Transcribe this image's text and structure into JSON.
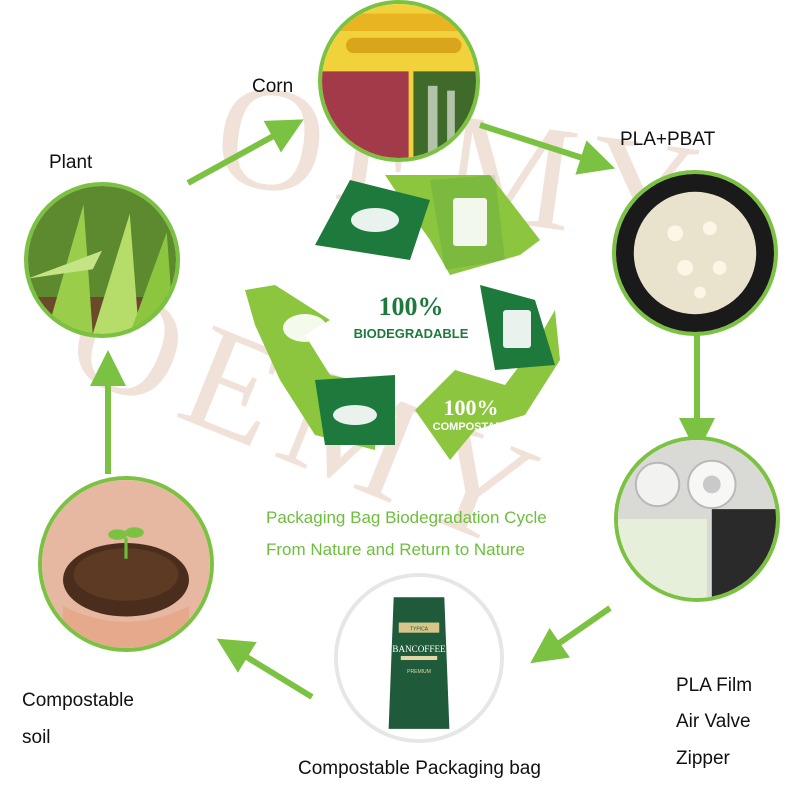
{
  "labels": {
    "corn": "Corn",
    "plant": "Plant",
    "pla_pbat": "PLA+PBAT",
    "compostable_soil_line1": "Compostable",
    "compostable_soil_line2": "soil",
    "pla_film": "PLA Film",
    "air_valve": "Air Valve",
    "zipper": "Zipper",
    "packaging_bag": "Compostable Packaging bag"
  },
  "center": {
    "line1_pct": "100%",
    "line1_text": "BIODEGRADABLE",
    "line2_pct": "100%",
    "line2_text": "COMPOSTABLE"
  },
  "caption": {
    "line1": "Packaging Bag Biodegradation Cycle",
    "line2": "From Nature and Return to Nature"
  },
  "watermark": {
    "top": "OEMY",
    "bottom": "OEMY"
  },
  "bag": {
    "brand": "BANCOFFEE",
    "top_text": "TYPICA",
    "sub_text": "PREMIUM"
  },
  "colors": {
    "arrow_green": "#7cc242",
    "dark_green": "#1e7a3c",
    "light_green": "#8cc63f",
    "caption_green": "#6cbf3c"
  }
}
